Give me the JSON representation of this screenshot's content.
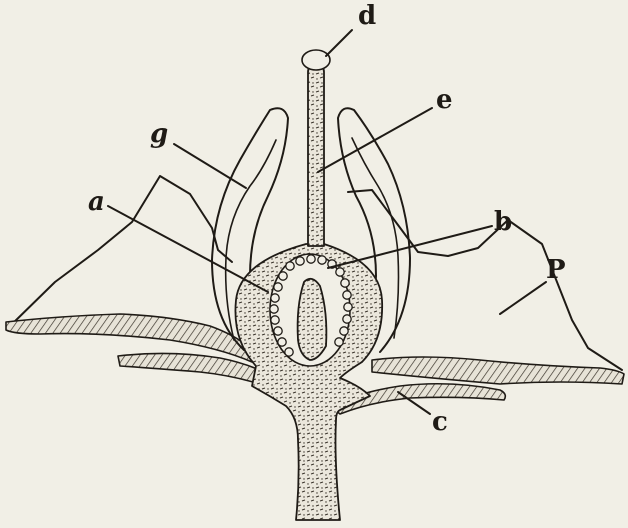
{
  "labels": {
    "a": "a",
    "b": "b",
    "c": "c",
    "d": "d",
    "e": "e",
    "g": "g",
    "p": "P"
  },
  "colors": {
    "paper": "#f1efe6",
    "ink": "#1f1b16"
  }
}
